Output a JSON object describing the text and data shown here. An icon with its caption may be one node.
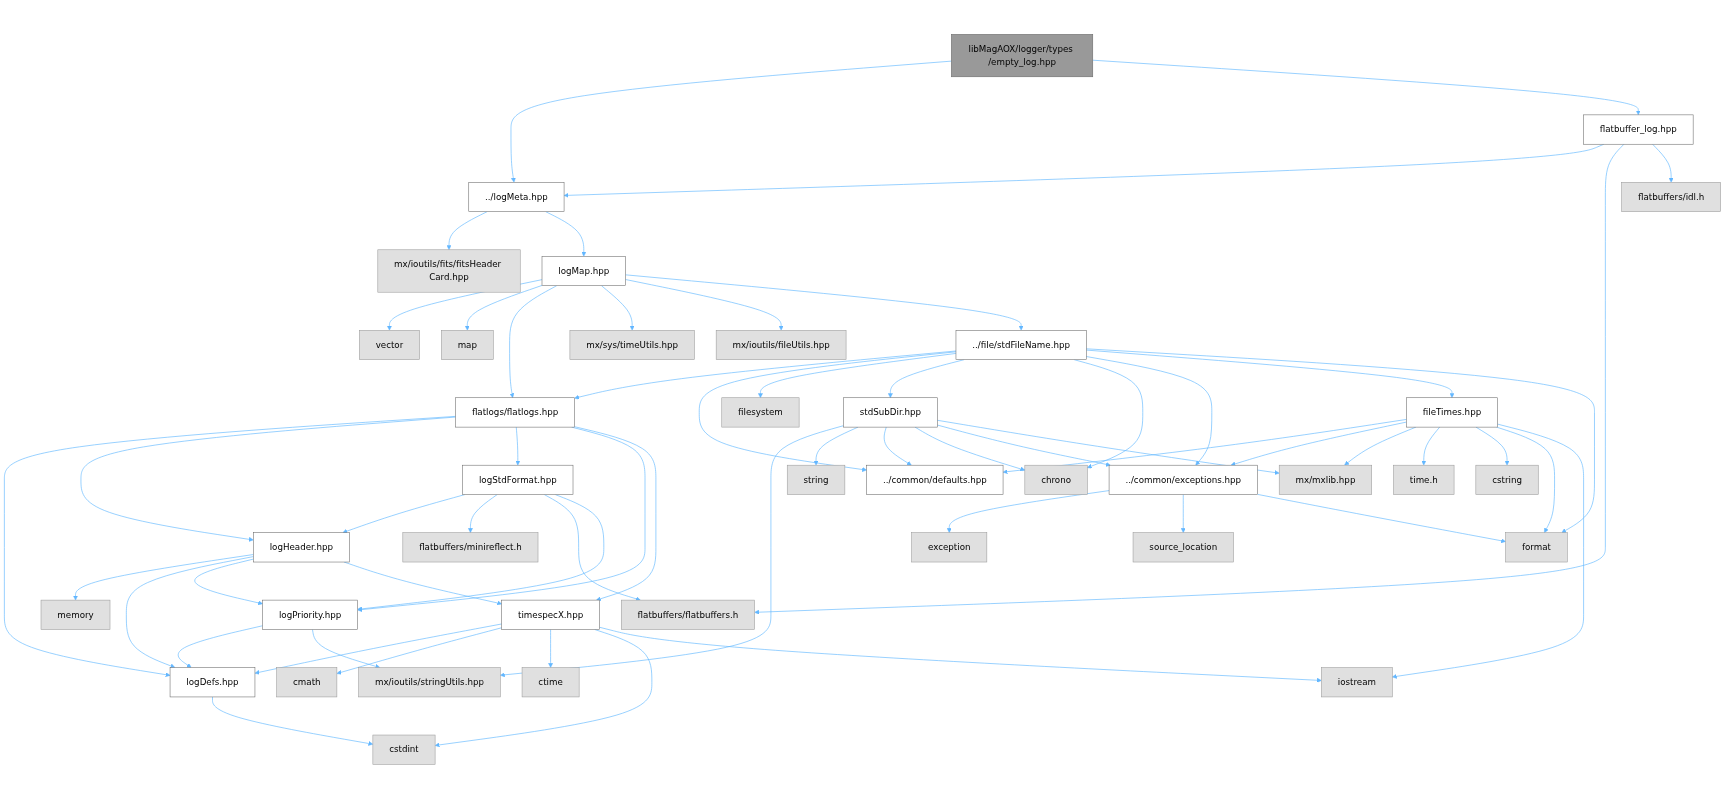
{
  "diagram": {
    "nodes": [
      {
        "text": [
          "libMagAOX/logger/types /empty_log.hpp"
        ]
      },
      {
        "text": [
          "flatbuffer_log.hpp"
        ]
      },
      {
        "text": [
          "../logMeta.hpp"
        ]
      },
      {
        "text": [
          "flatbuffers/idl.h"
        ]
      },
      {
        "text": [
          "mx/ioutils/fits/fitsHeader Card.hpp"
        ]
      },
      {
        "text": [
          "logMap.hpp"
        ]
      },
      {
        "text": [
          "vector"
        ]
      },
      {
        "text": [
          "map"
        ]
      },
      {
        "text": [
          "mx/sys/timeUtils.hpp"
        ]
      },
      {
        "text": [
          "mx/ioutils/fileUtils.hpp"
        ]
      },
      {
        "text": [
          "../file/stdFileName.hpp"
        ]
      },
      {
        "text": [
          "flatlogs/flatlogs.hpp"
        ]
      },
      {
        "text": [
          "filesystem"
        ]
      },
      {
        "text": [
          "stdSubDir.hpp"
        ]
      },
      {
        "text": [
          "fileTimes.hpp"
        ]
      },
      {
        "text": [
          "logStdFormat.hpp"
        ]
      },
      {
        "text": [
          "string"
        ]
      },
      {
        "text": [
          "../common/defaults.hpp"
        ]
      },
      {
        "text": [
          "chrono"
        ]
      },
      {
        "text": [
          "../common/exceptions.hpp"
        ]
      },
      {
        "text": [
          "mx/mxlib.hpp"
        ]
      },
      {
        "text": [
          "time.h"
        ]
      },
      {
        "text": [
          "cstring"
        ]
      },
      {
        "text": [
          "logHeader.hpp"
        ]
      },
      {
        "text": [
          "flatbuffers/minireflect.h"
        ]
      },
      {
        "text": [
          "flatbuffers/flatbuffers.h"
        ]
      },
      {
        "text": [
          "exception"
        ]
      },
      {
        "text": [
          "source_location"
        ]
      },
      {
        "text": [
          "format"
        ]
      },
      {
        "text": [
          "memory"
        ]
      },
      {
        "text": [
          "logPriority.hpp"
        ]
      },
      {
        "text": [
          "timespecX.hpp"
        ]
      },
      {
        "text": [
          "logDefs.hpp"
        ]
      },
      {
        "text": [
          "mx/ioutils/stringUtils.hpp"
        ]
      },
      {
        "text": [
          "cmath"
        ]
      },
      {
        "text": [
          "ctime"
        ]
      },
      {
        "text": [
          "iostream"
        ]
      },
      {
        "text": [
          "cstdint"
        ]
      }
    ],
    "edges": [
      {
        "from": 0,
        "to": 2,
        "arrow": "to"
      },
      {
        "from": 0,
        "to": 1,
        "arrow": "to"
      },
      {
        "from": 1,
        "to": 2,
        "arrow": "to"
      },
      {
        "from": 1,
        "to": 25,
        "arrow": "to"
      },
      {
        "from": 1,
        "to": 3,
        "arrow": "to"
      },
      {
        "from": 2,
        "to": 4,
        "arrow": "to"
      },
      {
        "from": 2,
        "to": 5,
        "arrow": "to"
      },
      {
        "from": 5,
        "to": 6,
        "arrow": "to"
      },
      {
        "from": 5,
        "to": 7,
        "arrow": "to"
      },
      {
        "from": 5,
        "to": 11,
        "arrow": "to"
      },
      {
        "from": 5,
        "to": 8,
        "arrow": "to"
      },
      {
        "from": 5,
        "to": 9,
        "arrow": "to"
      },
      {
        "from": 5,
        "to": 10,
        "arrow": "to"
      },
      {
        "from": 10,
        "to": 11,
        "arrow": "to"
      },
      {
        "from": 10,
        "to": 17,
        "arrow": "to"
      },
      {
        "from": 10,
        "to": 12,
        "arrow": "to"
      },
      {
        "from": 10,
        "to": 13,
        "arrow": "to"
      },
      {
        "from": 10,
        "to": 18,
        "arrow": "to"
      },
      {
        "from": 10,
        "to": 19,
        "arrow": "to"
      },
      {
        "from": 10,
        "to": 14,
        "arrow": "to"
      },
      {
        "from": 10,
        "to": 28,
        "arrow": "to"
      },
      {
        "from": 11,
        "to": 32,
        "arrow": "to"
      },
      {
        "from": 11,
        "to": 23,
        "arrow": "to"
      },
      {
        "from": 11,
        "to": 15,
        "arrow": "to"
      },
      {
        "from": 11,
        "to": 30,
        "arrow": "to"
      },
      {
        "from": 11,
        "to": 31,
        "arrow": "to"
      },
      {
        "from": 13,
        "to": 33,
        "arrow": "to"
      },
      {
        "from": 13,
        "to": 16,
        "arrow": "to"
      },
      {
        "from": 13,
        "to": 17,
        "arrow": "to"
      },
      {
        "from": 13,
        "to": 18,
        "arrow": "to"
      },
      {
        "from": 13,
        "to": 19,
        "arrow": "to"
      },
      {
        "from": 13,
        "to": 20,
        "arrow": "to"
      },
      {
        "from": 14,
        "to": 17,
        "arrow": "to"
      },
      {
        "from": 14,
        "to": 19,
        "arrow": "to"
      },
      {
        "from": 14,
        "to": 20,
        "arrow": "to"
      },
      {
        "from": 14,
        "to": 21,
        "arrow": "to"
      },
      {
        "from": 14,
        "to": 22,
        "arrow": "to"
      },
      {
        "from": 14,
        "to": 28,
        "arrow": "to"
      },
      {
        "from": 14,
        "to": 36,
        "arrow": "to"
      },
      {
        "from": 15,
        "to": 23,
        "arrow": "to"
      },
      {
        "from": 15,
        "to": 24,
        "arrow": "to"
      },
      {
        "from": 15,
        "to": 25,
        "arrow": "to"
      },
      {
        "from": 15,
        "to": 30,
        "arrow": "to"
      },
      {
        "from": 19,
        "to": 26,
        "arrow": "to"
      },
      {
        "from": 19,
        "to": 27,
        "arrow": "to"
      },
      {
        "from": 19,
        "to": 28,
        "arrow": "to"
      },
      {
        "from": 23,
        "to": 29,
        "arrow": "to"
      },
      {
        "from": 23,
        "to": 32,
        "arrow": "to"
      },
      {
        "from": 23,
        "to": 30,
        "arrow": "to"
      },
      {
        "from": 23,
        "to": 31,
        "arrow": "to"
      },
      {
        "from": 30,
        "to": 32,
        "arrow": "to"
      },
      {
        "from": 30,
        "to": 33,
        "arrow": "to"
      },
      {
        "from": 31,
        "to": 32,
        "arrow": "to"
      },
      {
        "from": 31,
        "to": 34,
        "arrow": "to"
      },
      {
        "from": 31,
        "to": 35,
        "arrow": "to"
      },
      {
        "from": 31,
        "to": 37,
        "arrow": "to"
      },
      {
        "from": 31,
        "to": 36,
        "arrow": "to"
      },
      {
        "from": 32,
        "to": 37,
        "arrow": "to"
      }
    ]
  }
}
